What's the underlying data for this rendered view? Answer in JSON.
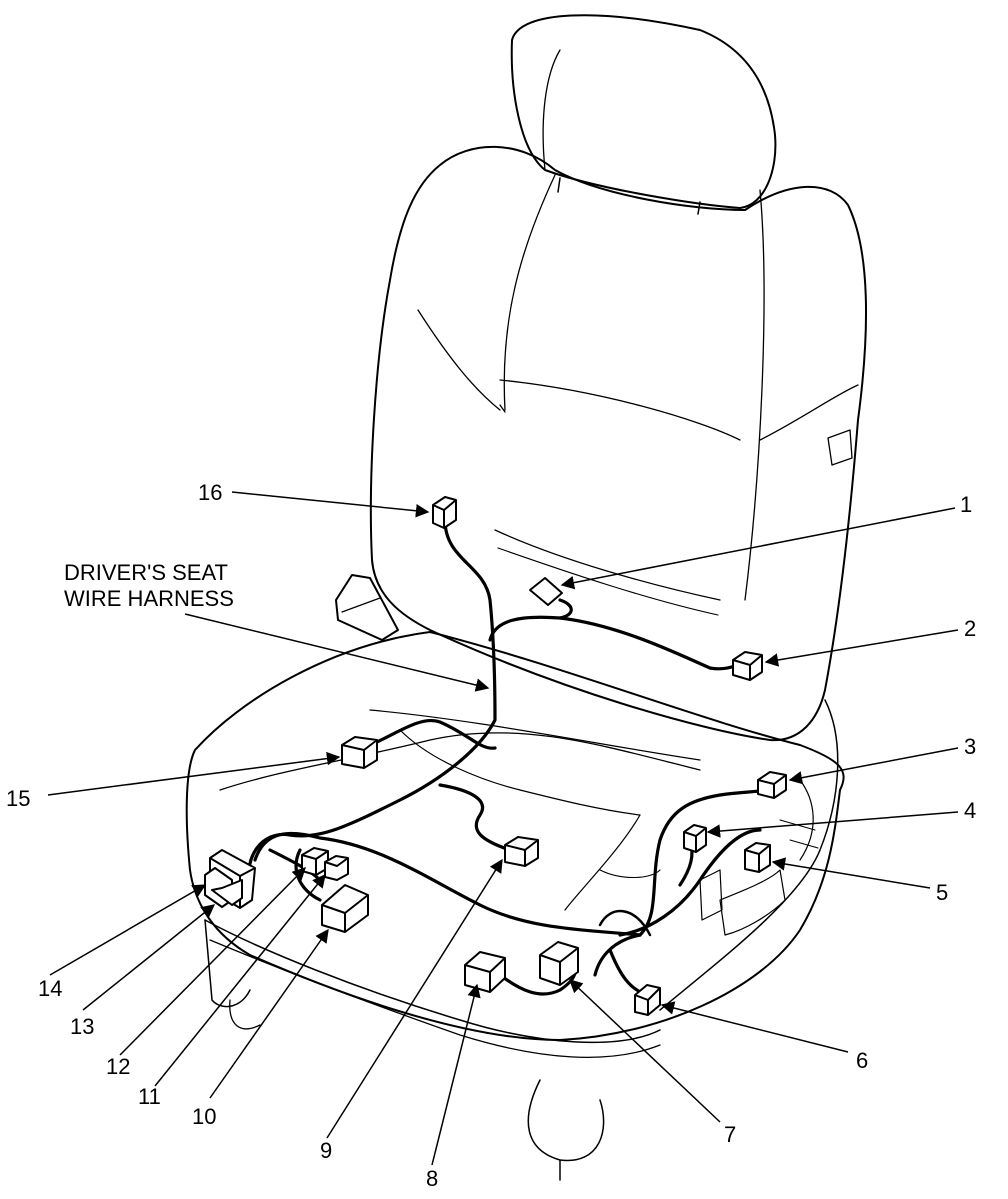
{
  "diagram": {
    "harness_label_line1": "DRIVER'S SEAT",
    "harness_label_line2": "WIRE HARNESS",
    "colors": {
      "ink": "#000000",
      "paper": "#ffffff"
    },
    "callouts": [
      {
        "id": "1",
        "label": "1"
      },
      {
        "id": "2",
        "label": "2"
      },
      {
        "id": "3",
        "label": "3"
      },
      {
        "id": "4",
        "label": "4"
      },
      {
        "id": "5",
        "label": "5"
      },
      {
        "id": "6",
        "label": "6"
      },
      {
        "id": "7",
        "label": "7"
      },
      {
        "id": "8",
        "label": "8"
      },
      {
        "id": "9",
        "label": "9"
      },
      {
        "id": "10",
        "label": "10"
      },
      {
        "id": "11",
        "label": "11"
      },
      {
        "id": "12",
        "label": "12"
      },
      {
        "id": "13",
        "label": "13"
      },
      {
        "id": "14",
        "label": "14"
      },
      {
        "id": "15",
        "label": "15"
      },
      {
        "id": "16",
        "label": "16"
      }
    ]
  }
}
